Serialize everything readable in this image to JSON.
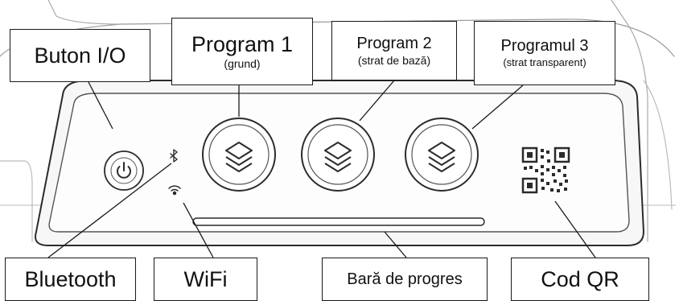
{
  "labels": {
    "power_button": "Buton I/O",
    "program1": {
      "title": "Program 1",
      "subtitle": "(grund)"
    },
    "program2": {
      "title": "Program 2",
      "subtitle": "(strat de bază)"
    },
    "program3": {
      "title": "Programul 3",
      "subtitle": "(strat transparent)"
    },
    "bluetooth": "Bluetooth",
    "wifi": "WiFi",
    "progress_bar": "Bară de progres",
    "qr_code": "Cod QR"
  },
  "colors": {
    "outline": "#2b2b2b",
    "panel_fill": "#f7f7f7",
    "background": "#ffffff",
    "leader_line": "#1a1a1a"
  },
  "icons": [
    "power-icon",
    "layers-icon",
    "bluetooth-icon",
    "wifi-icon",
    "qr-code-icon"
  ]
}
